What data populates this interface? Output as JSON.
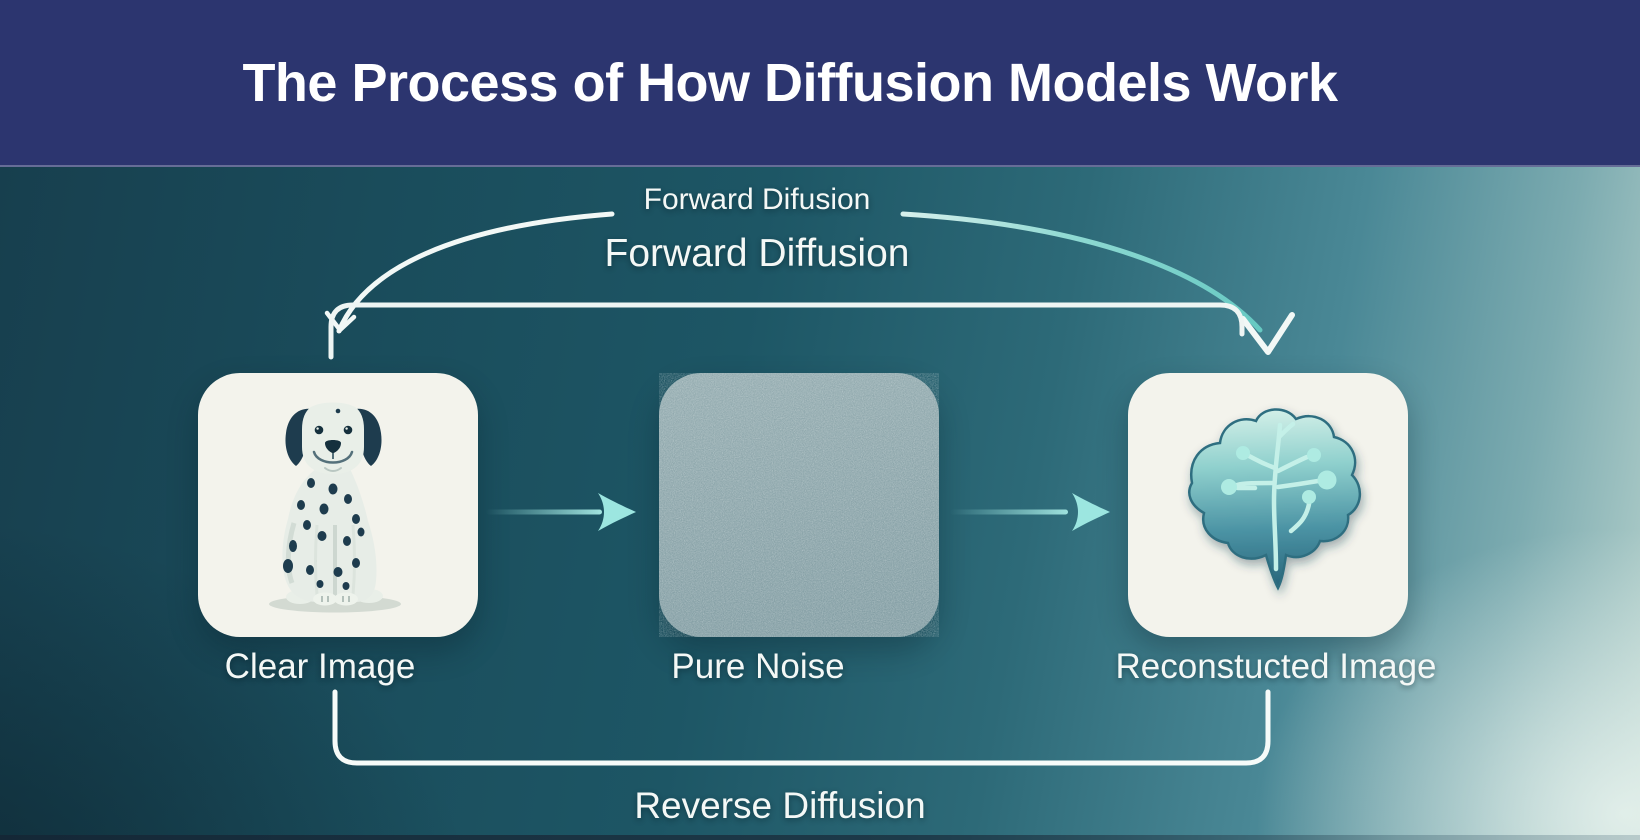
{
  "header": {
    "title": "The Process of How Diffusion Models Work"
  },
  "flow": {
    "forward_small_label": "Forward Difusion",
    "forward_label": "Forward Diffusion",
    "reverse_label": "Reverse Diffusion"
  },
  "stages": {
    "clear_image": {
      "label": "Clear Image",
      "icon": "dalmatian-dog-illustration"
    },
    "pure_noise": {
      "label": "Pure Noise",
      "icon": "noise-texture"
    },
    "reconstructed": {
      "label": "Reconstucted Image",
      "icon": "ai-brain-circuit-icon"
    }
  },
  "colors": {
    "header_bg": "#2c356f",
    "title_text": "#ffffff",
    "bg_dark_teal": "#173f4e",
    "bg_light_edge": "#b7d2cd",
    "connector_white": "#f2f8f6",
    "forward_arc_teal": "#6fcdc6",
    "arrow_aqua": "#9ce6e0",
    "card_bg": "#f3f3ec",
    "noise_fill": "#8ca6ab",
    "dalmatian_spot_navy": "#1e3c4e"
  }
}
